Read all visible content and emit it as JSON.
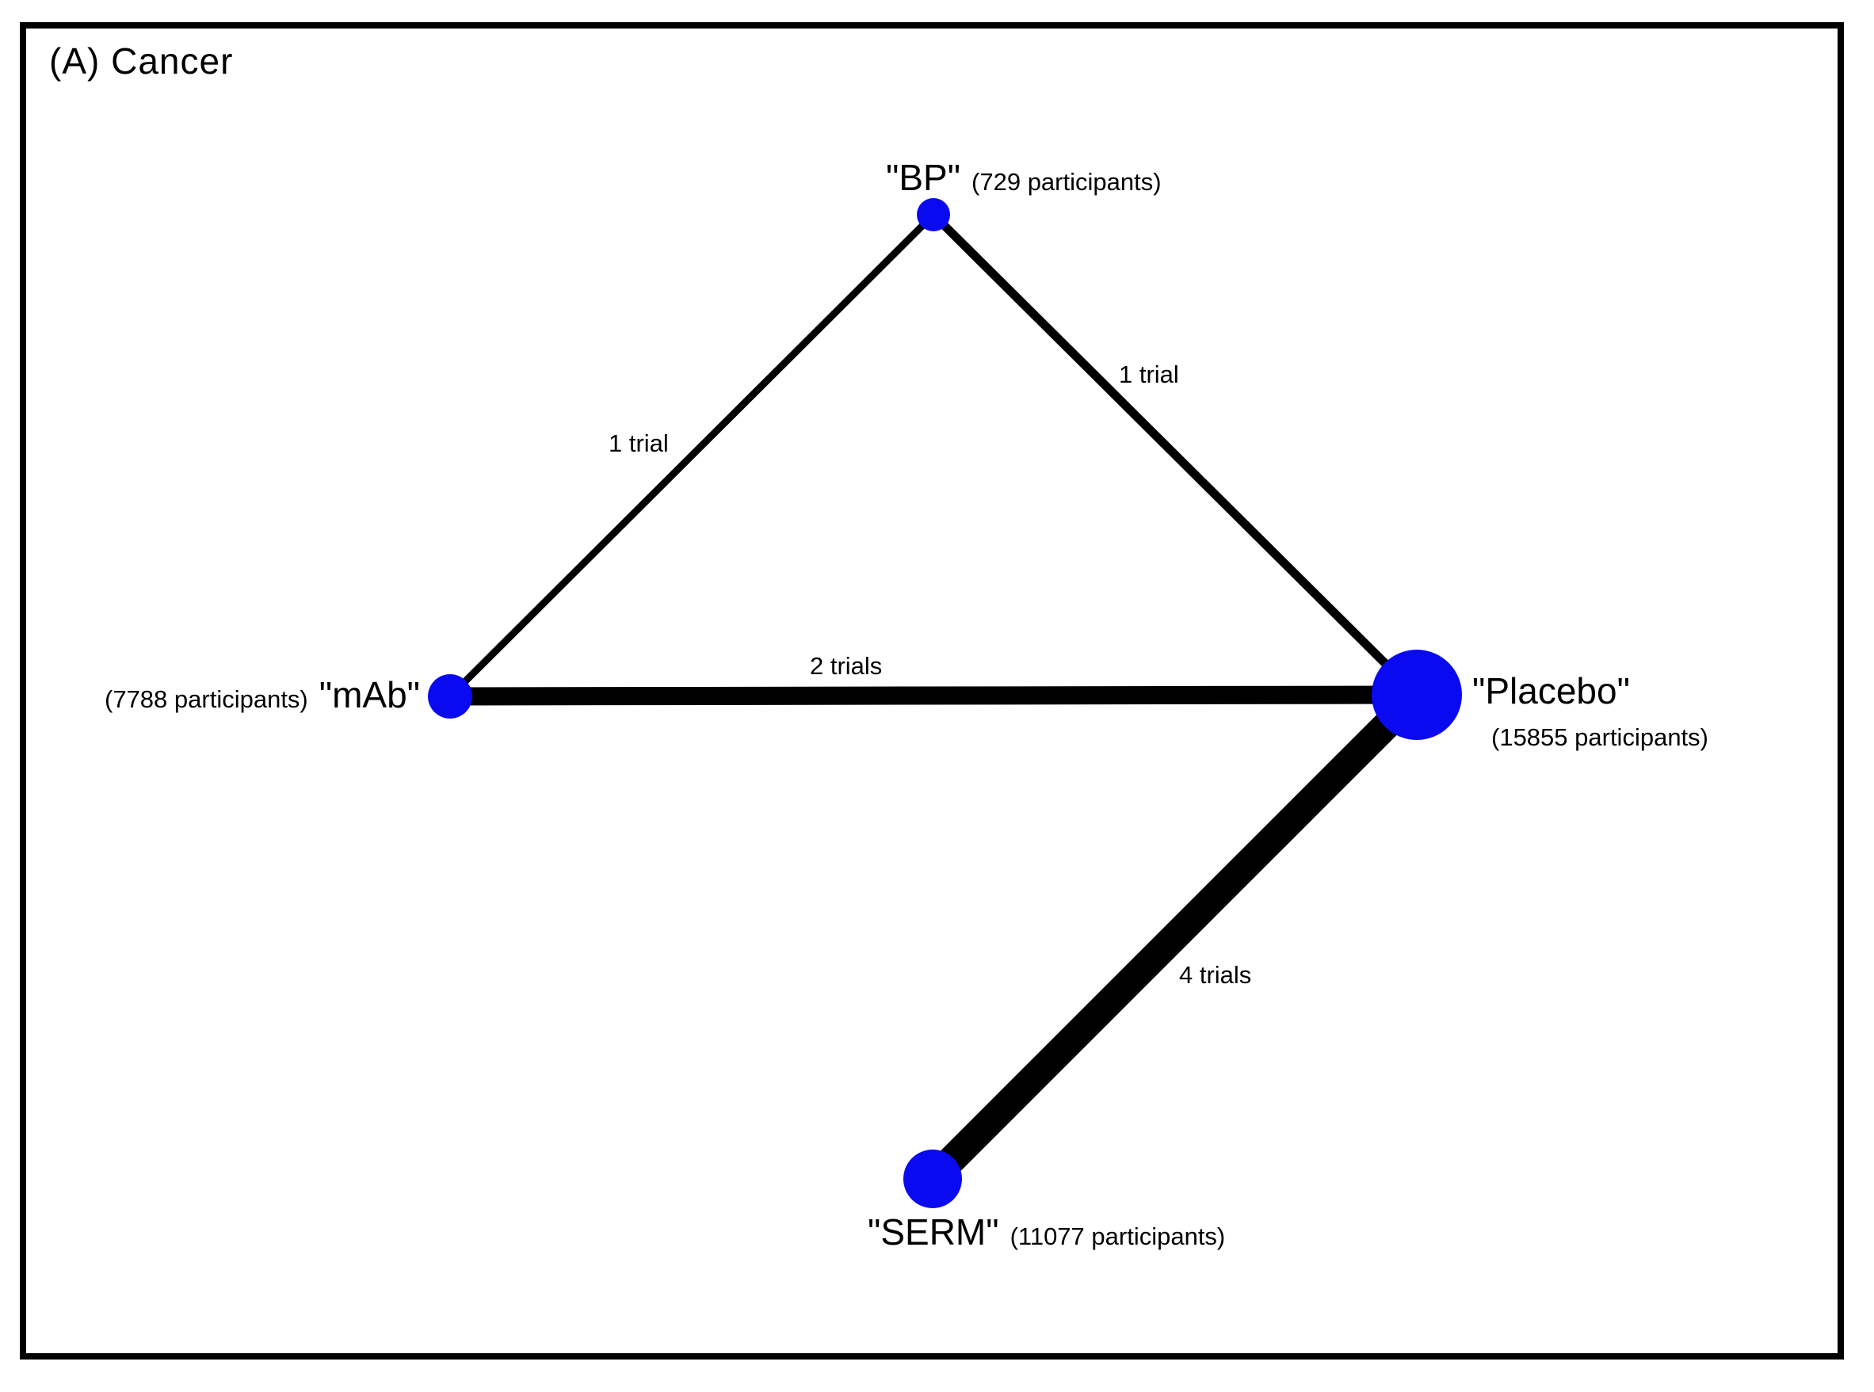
{
  "title": "(A) Cancer",
  "colors": {
    "node_fill": "#0a0af0",
    "edge_stroke": "#000000",
    "border": "#000000",
    "background": "#ffffff"
  },
  "network": {
    "nodes": [
      {
        "id": "bp",
        "label": "\"BP\"",
        "participants": 729,
        "participants_label": "(729 participants)"
      },
      {
        "id": "mab",
        "label": "\"mAb\"",
        "participants": 7788,
        "participants_label": "(7788 participants)"
      },
      {
        "id": "placebo",
        "label": "\"Placebo\"",
        "participants": 15855,
        "participants_label": "(15855 participants)"
      },
      {
        "id": "serm",
        "label": "\"SERM\"",
        "participants": 11077,
        "participants_label": "(11077 participants)"
      }
    ],
    "edges": [
      {
        "from": "mab",
        "to": "bp",
        "trials": 1,
        "label": "1 trial"
      },
      {
        "from": "bp",
        "to": "placebo",
        "trials": 1,
        "label": "1 trial"
      },
      {
        "from": "mab",
        "to": "placebo",
        "trials": 2,
        "label": "2 trials"
      },
      {
        "from": "serm",
        "to": "placebo",
        "trials": 4,
        "label": "4 trials"
      }
    ]
  }
}
